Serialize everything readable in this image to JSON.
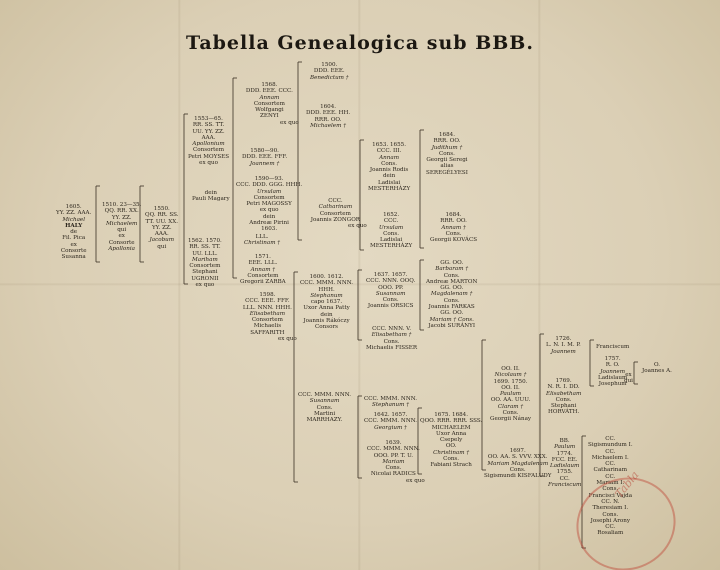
{
  "title": "Tabella Genealogica sub BBB.",
  "blocks": [
    {
      "lines": [
        "1605.",
        "YY. ZZ. AAA.",
        "Michael",
        "HALY",
        "de",
        "Fil. Pica",
        "ex",
        "Consorte",
        "Susanna"
      ]
    },
    {
      "lines": [
        "1510. 23—35.",
        "QQ. RR. XX.",
        "YY. ZZ.",
        "",
        "Michaelem",
        "qui",
        "ex",
        "Consorte",
        "Apollonia"
      ]
    },
    {
      "lines": [
        "1550.",
        "QQ. RR. SS.",
        "TT. UU. XX.",
        "YY. ZZ.",
        "AAA.",
        "",
        "Jacobum",
        "qui"
      ]
    },
    {
      "lines": [
        "1553—65.",
        "RR. SS. TT.",
        "UU. YY. ZZ.",
        "AAA.",
        "Apollonium",
        "Consortem",
        "Petri  MOYSES",
        "ex quo"
      ]
    },
    {
      "lines": [
        "dein",
        "Pauli Magary"
      ]
    },
    {
      "lines": [
        "1562. 1570.",
        "RR. SS. TT.",
        "UU. LLL.",
        "Mariham",
        "Consortem",
        "Stephani",
        "UGRONII",
        "ex quo"
      ]
    },
    {
      "lines": [
        "1568.",
        "DDD. EEE. CCC.",
        "Annam",
        "Consortem",
        "Wolfgangi",
        "ZENYI",
        "ex quo"
      ]
    },
    {
      "lines": [
        "1580—90.",
        "DDD. EEE. FFF.",
        "Joannem †"
      ]
    },
    {
      "lines": [
        "1590—93.",
        "CCC. DDD. GGG. HHH.",
        "Ursulam",
        "Consortem",
        "Petri  MAGOSSY",
        "ex quo",
        "dein",
        "Andreæ Pirini",
        "1603."
      ]
    },
    {
      "lines": [
        "LLL.",
        "Christinam †"
      ]
    },
    {
      "lines": [
        "1571.",
        "EEE. LLL.",
        "Annam †",
        "Consortem",
        "Gregorii ZARBA"
      ]
    },
    {
      "lines": [
        "1598.",
        "CCC. EEE. FFF.",
        "LLL. NNN. HHH.",
        "Elisabetham",
        "Consortem",
        "Michaelis",
        "SAFFARITH",
        "",
        "ex quo"
      ]
    },
    {
      "lines": [
        "1500.",
        "DDD. EEE.",
        "Benedictum †"
      ]
    },
    {
      "lines": [
        "1604.",
        "DDD. EEE. HH.",
        "RRR. OO.",
        "Michaelem †"
      ]
    },
    {
      "lines": [
        "CCC.",
        "Catharinam",
        "Consortem",
        "Joannis ZONGOR",
        "ex quo"
      ]
    },
    {
      "lines": [
        "1600. 1612.",
        "CCC. MMM. NNN.",
        "HHH.",
        "Stephanum",
        "capo 1637.",
        "",
        "Uxor Anna Patty",
        "dein",
        "Joannis Rákóczy",
        "Consors"
      ]
    },
    {
      "lines": [
        "CCC. MMM. NNN.",
        "Susannam",
        "Cons.",
        "Martini",
        "MARRHAZY."
      ]
    },
    {
      "lines": [
        "1653. 1655.",
        "CCC. III.",
        "Annam",
        "Cons.",
        "Joannis Rodis",
        "dein",
        "Ladislai",
        "MESTERHÁZY"
      ]
    },
    {
      "lines": [
        "1652.",
        "CCC.",
        "Ursulam",
        "Cons.",
        "Ladislai",
        "MESTERHÁZY"
      ]
    },
    {
      "lines": [
        "1637. 1657.",
        "CCC. NNN. OOQ.",
        "OOO. PP.",
        "Susannam",
        "Cons.",
        "Joannis ORSICS"
      ]
    },
    {
      "lines": [
        "CCC. NNN. V.",
        "Elisabetham †",
        "Cons.",
        "Michaelis FISSER"
      ]
    },
    {
      "lines": [
        "CCC. MMM. NNN.",
        "Stephanum †"
      ]
    },
    {
      "lines": [
        "1642. 1657.",
        "CCC. MMM. NNN.",
        "Georgium †"
      ]
    },
    {
      "lines": [
        "1639.",
        "CCC. MMM. NNN.",
        "OOO. PP. T. U.",
        "Mariam",
        "Cons.",
        "Nicolai  RADICS",
        "ex quo"
      ]
    },
    {
      "lines": [
        "1684.",
        "RRR. OO.",
        "Judithum †",
        "Cons.",
        "Georgii Seregi",
        "alias",
        "SEREGÉLYESI"
      ]
    },
    {
      "lines": [
        "1684.",
        "RRR. OO.",
        "Annam †",
        "Cons.",
        "Georgii  KOVÁCS"
      ]
    },
    {
      "lines": [
        "GG. OO.",
        "Barbaram †",
        "Cons.",
        "Andreæ MARTON",
        "GG. OO.",
        "Magdalenam †",
        "Cons.",
        "Joannis FARKAS",
        "GG. OO.",
        "Mariam † Cons.",
        "Jacobi SURÁNYI"
      ]
    },
    {
      "lines": [
        "1675. 1684.",
        "QOO. RRR. RRR. SSS.",
        "MICHAELEM",
        "Uxor Anna",
        "Csepely",
        "",
        "OO.",
        "Christinam †",
        "Cons.",
        "Fabiani Strach"
      ]
    },
    {
      "lines": [
        "OO. II.",
        "Nicolaum †",
        "",
        "1699. 1750.",
        "OO. II.",
        "Paulum",
        "",
        "OO. AA. UUU.",
        "Claram †",
        "Cons.",
        "Georgii Nánay"
      ]
    },
    {
      "lines": [
        "1697.",
        "OO. AA. S. VVV. XXX.",
        "Mariam Magdalenam",
        "Cons.",
        "Sigismundi KISFALUDY"
      ]
    },
    {
      "lines": [
        "1726.",
        "L. N. I. M. P.",
        "Joannem"
      ]
    },
    {
      "lines": [
        "1769.",
        "N. R. I. DD.",
        "Elisabetham",
        "Cons.",
        "Stephani",
        "HORVÁTH."
      ]
    },
    {
      "lines": [
        "BB.",
        "Paulum",
        "1774.",
        "FCC. EE.",
        "Ladislaum",
        "",
        "1755.",
        "CC.",
        "Franciscum"
      ]
    },
    {
      "lines": [
        "Franciscum"
      ]
    },
    {
      "lines": [
        "1757.",
        "R. O.",
        "Joannem",
        "",
        "Ladislaum",
        "Josephum"
      ]
    },
    {
      "lines": [
        "ex",
        "qui"
      ]
    },
    {
      "lines": [
        "O.",
        "Joannes A."
      ]
    },
    {
      "lines": [
        "CC.",
        "Sigismundum I.",
        "CC.",
        "Michaelem I.",
        "CC.",
        "Catharinam",
        "CC.",
        "Mariam I.",
        "Cons.",
        "Francisci Vajda",
        "CC. N.",
        "Theresiam I.",
        "Cons.",
        "Josephi Arony",
        "CC.",
        "Rosaliam"
      ]
    }
  ],
  "stamp_text": "Tabla"
}
